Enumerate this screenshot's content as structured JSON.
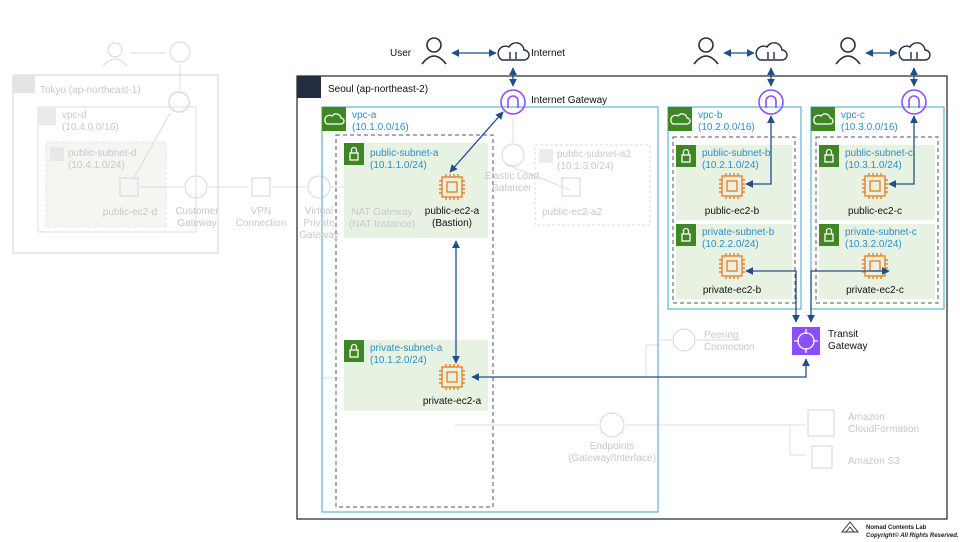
{
  "ghost": {
    "tokyo_label": "Tokyo (ap-northeast-1)",
    "tokyo_vpc": "vpc-d",
    "tokyo_vpc_cidr": "(10.4.0.0/16)",
    "tokyo_subnet": "public-subnet-d",
    "tokyo_subnet_cidr": "(10.4.1.0/24)",
    "tokyo_ec2": "public-ec2-d",
    "customer_gateway": "Customer Gateway",
    "vpn_connection": "VPN Connection",
    "virtual_private_gateway": "Virtual Private Gateway",
    "nat_gateway": "NAT Gateway (NAT Instance)",
    "elb": "Elastic Load Balancer",
    "public_subnet_a2": "public-subnet-a2",
    "public_subnet_a2_cidr": "(10.1.3.0/24)",
    "public_ec2_a2": "public-ec2-a2",
    "peering": "Peering Connection",
    "endpoints": "Endpoints (Gateway/Interface)",
    "cloudformation": "Amazon CloudFormation",
    "s3": "Amazon S3"
  },
  "region": {
    "label": "Seoul (ap-northeast-2)"
  },
  "internet": {
    "user_label": "User",
    "internet_label": "Internet",
    "igw_label": "Internet Gateway"
  },
  "vpc_a": {
    "name": "vpc-a",
    "cidr": "(10.1.0.0/16)",
    "public_subnet": "public-subnet-a",
    "public_cidr": "(10.1.1.0/24)",
    "public_ec2": "public-ec2-a",
    "public_ec2_role": "(Bastion)",
    "private_subnet": "private-subnet-a",
    "private_cidr": "(10.1.2.0/24)",
    "private_ec2": "private-ec2-a"
  },
  "vpc_b": {
    "name": "vpc-b",
    "cidr": "(10.2.0.0/16)",
    "public_subnet": "public-subnet-b",
    "public_cidr": "(10.2.1.0/24)",
    "public_ec2": "public-ec2-b",
    "private_subnet": "private-subnet-b",
    "private_cidr": "(10.2.2.0/24)",
    "private_ec2": "private-ec2-b"
  },
  "vpc_c": {
    "name": "vpc-c",
    "cidr": "(10.3.0.0/16)",
    "public_subnet": "public-subnet-c",
    "public_cidr": "(10.3.1.0/24)",
    "public_ec2": "public-ec2-c",
    "private_subnet": "private-subnet-c",
    "private_cidr": "(10.3.2.0/24)",
    "private_ec2": "private-ec2-c"
  },
  "transit": {
    "label_line1": "Transit",
    "label_line2": "Gateway"
  },
  "footer": {
    "title": "Nomad Contents Lab",
    "copyright": "Copyright© All Rights Reserved."
  },
  "colors": {
    "arrow": "#1f4e8c",
    "vpc_border": "#5fb7c9",
    "subnet_fill": "#e8f2e3",
    "subnet_icon": "#3f8624",
    "ec2": "#e8822a",
    "igw": "#8c4fff",
    "tgw": "#8c4fff",
    "ghost": "#d8d8d8"
  }
}
